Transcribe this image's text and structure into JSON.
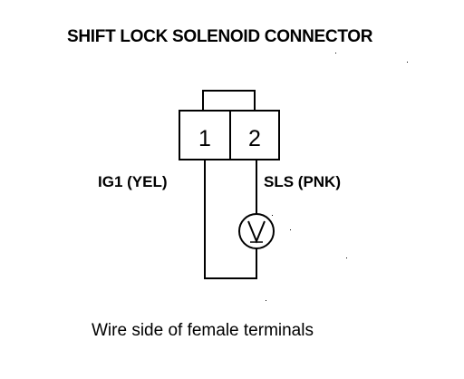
{
  "title": "SHIFT LOCK SOLENOID CONNECTOR",
  "connector": {
    "pins": [
      "1",
      "2"
    ]
  },
  "wires": {
    "left_label": "IG1 (YEL)",
    "right_label": "SLS (PNK)"
  },
  "meter": {
    "symbol": "V",
    "icon": "voltmeter-icon"
  },
  "caption": "Wire side of female terminals"
}
